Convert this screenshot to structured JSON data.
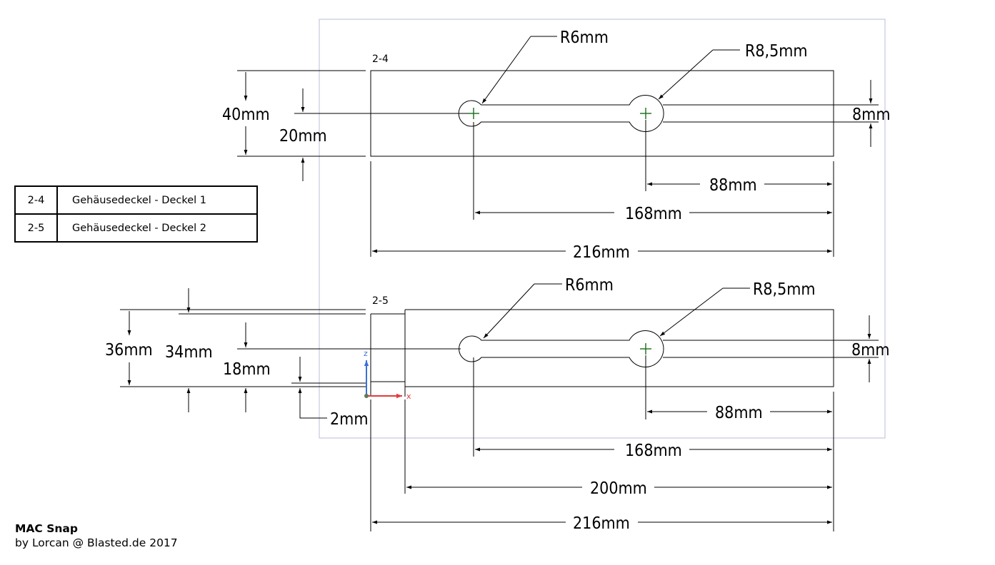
{
  "parts": [
    {
      "id": "2-4",
      "dims": {
        "r_small": "R6mm",
        "r_large": "R8,5mm",
        "height": "40mm",
        "center": "20mm",
        "slot": "8mm",
        "d88": "88mm",
        "d168": "168mm",
        "d216": "216mm"
      }
    },
    {
      "id": "2-5",
      "dims": {
        "r_small": "R6mm",
        "r_large": "R8,5mm",
        "h36": "36mm",
        "h34": "34mm",
        "h18": "18mm",
        "h2": "2mm",
        "slot": "8mm",
        "d88": "88mm",
        "d168": "168mm",
        "d200": "200mm",
        "d216": "216mm"
      }
    }
  ],
  "legend": [
    {
      "id": "2-4",
      "desc": "Gehäusedeckel - Deckel 1"
    },
    {
      "id": "2-5",
      "desc": "Gehäusedeckel - Deckel 2"
    }
  ],
  "axes": {
    "z": "z",
    "x": "x"
  },
  "credits": {
    "title": "MAC Snap",
    "byline": "by Lorcan @ Blasted.de 2017"
  },
  "colors": {
    "centerline": "#1a6b1a",
    "axis_z": "#3c6fd8",
    "axis_x": "#e23b3b",
    "frame": "#b9bfd6"
  }
}
